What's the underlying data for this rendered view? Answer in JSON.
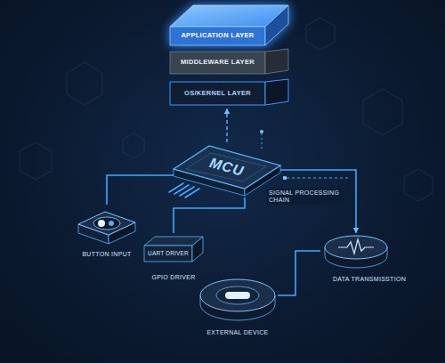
{
  "diagram": {
    "nodes": [
      {
        "text": [
          "APPLICATION LAYER"
        ]
      },
      {
        "text": [
          "MIDDLEWARE LAYER"
        ]
      },
      {
        "text": [
          "OS/KERNEL LAYER"
        ]
      },
      {
        "text": [
          "MCU"
        ]
      },
      {
        "text": [
          "BUTTON INPUT"
        ]
      },
      {
        "text": [
          "UART DRIVER",
          "GPIO DRIVER"
        ]
      },
      {
        "text": [
          "DATA TRANSMISSTION"
        ]
      },
      {
        "text": [
          "EXTERNAL DEVICE"
        ]
      }
    ],
    "edges": [
      {
        "from": 3,
        "to": 2,
        "arrow": "to"
      },
      {
        "from": 3,
        "to": 4,
        "arrow": "none"
      },
      {
        "from": 3,
        "to": 5,
        "arrow": "none"
      },
      {
        "from": 3,
        "to": 6,
        "arrow": "to"
      },
      {
        "from": 7,
        "to": 6,
        "arrow": "none"
      }
    ],
    "labels": [
      "SIGNAL PROCESSING CHAIN"
    ]
  }
}
